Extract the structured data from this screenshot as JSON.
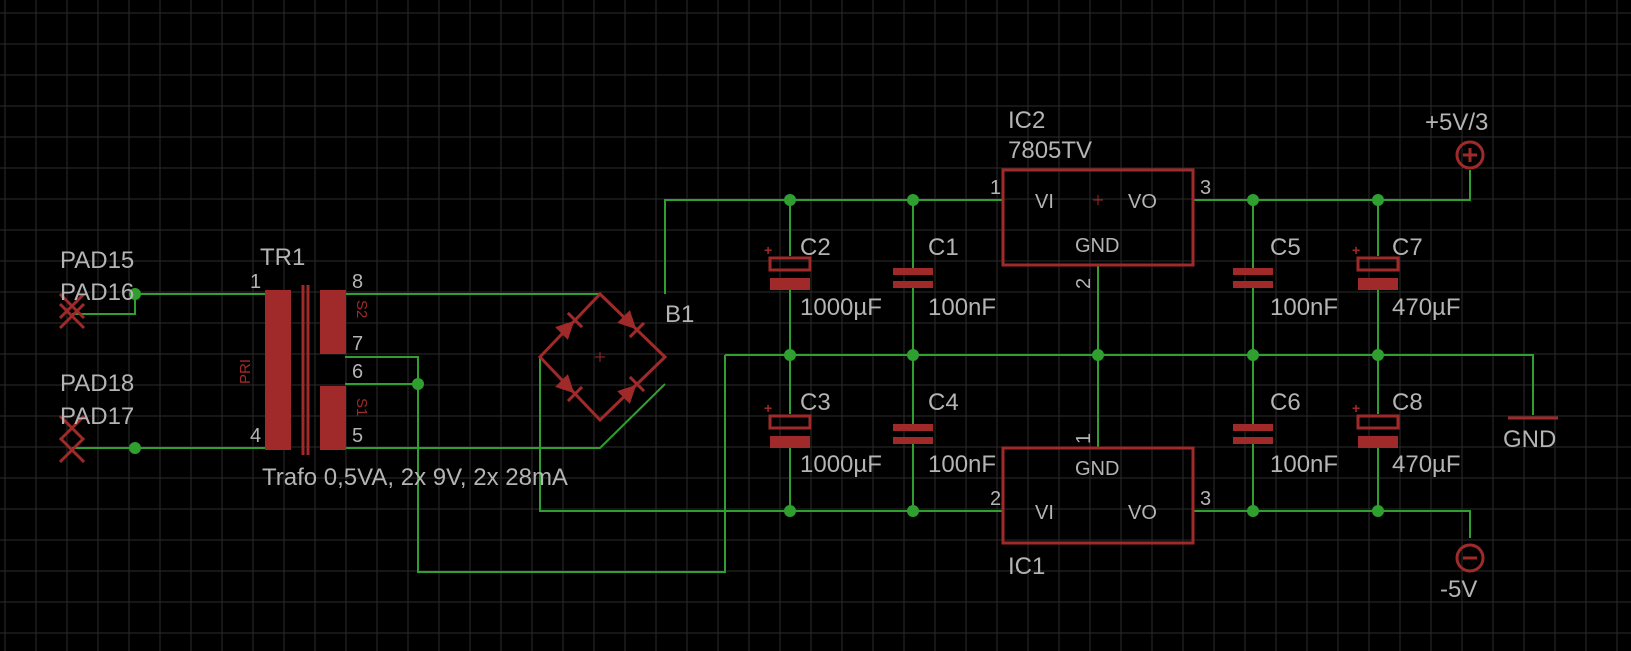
{
  "pads": {
    "pad15": "PAD15",
    "pad16": "PAD16",
    "pad18": "PAD18",
    "pad17": "PAD17"
  },
  "transformer": {
    "ref": "TR1",
    "value": "Trafo 0,5VA, 2x 9V, 2x 28mA",
    "pin1": "1",
    "pin4": "4",
    "pin8": "8",
    "pin7": "7",
    "pin6": "6",
    "pin5": "5",
    "pri": "PRI",
    "s1": "S1",
    "s2": "S2"
  },
  "bridge": {
    "ref": "B1"
  },
  "capacitors": {
    "c1": {
      "ref": "C1",
      "value": "100nF"
    },
    "c2": {
      "ref": "C2",
      "value": "1000µF"
    },
    "c3": {
      "ref": "C3",
      "value": "1000µF"
    },
    "c4": {
      "ref": "C4",
      "value": "100nF"
    },
    "c5": {
      "ref": "C5",
      "value": "100nF"
    },
    "c6": {
      "ref": "C6",
      "value": "100nF"
    },
    "c7": {
      "ref": "C7",
      "value": "470µF"
    },
    "c8": {
      "ref": "C8",
      "value": "470µF"
    }
  },
  "ic2": {
    "ref": "IC2",
    "value": "7805TV",
    "vi": "VI",
    "vo": "VO",
    "gnd": "GND",
    "pin1": "1",
    "pin2": "2",
    "pin3": "3"
  },
  "ic1": {
    "ref": "IC1",
    "vi": "VI",
    "vo": "VO",
    "gnd": "GND",
    "pin1": "1",
    "pin2": "2",
    "pin3": "3"
  },
  "supplies": {
    "pos": "+5V/3",
    "neg": "-5V",
    "gnd": "GND",
    "plus_symbol": "+"
  },
  "colors": {
    "background": "#000000",
    "grid": "#2b2b2b",
    "wire": "#2fa02f",
    "part": "#a02a2a",
    "text": "#b4b4b4"
  }
}
